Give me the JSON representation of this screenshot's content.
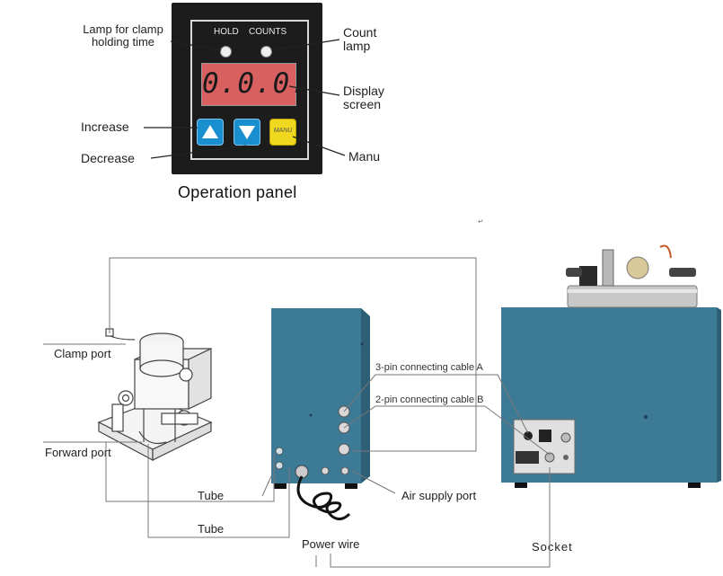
{
  "panel": {
    "title": "Operation panel",
    "hold_caption": "HOLD",
    "counts_caption": "COUNTS",
    "display_value": "0.0.0.",
    "menu_button_text": "MANU"
  },
  "callouts": {
    "lamp_clamp": [
      "Lamp for clamp",
      "holding time"
    ],
    "count_lamp": [
      "Count",
      "lamp"
    ],
    "display_screen": [
      "Display",
      "screen"
    ],
    "increase": "Increase",
    "decrease": "Decrease",
    "manu": "Manu"
  },
  "connections": {
    "clamp_port": "Clamp port",
    "forward_port": "Forward port",
    "tube_1": "Tube",
    "tube_2": "Tube",
    "cable_a": "3-pin connecting cable A",
    "cable_b": "2-pin connecting cable B",
    "air_supply_port": "Air supply port",
    "power_wire": "Power wire",
    "socket": "Socket"
  },
  "colors": {
    "panel_bg": "#1c1c1c",
    "display_bg": "#d96060",
    "button_blue": "#1a8fd0",
    "button_yellow": "#f0d81e",
    "machine_blue": "#3d7a96",
    "machine_blue_dark": "#2e5f76"
  }
}
